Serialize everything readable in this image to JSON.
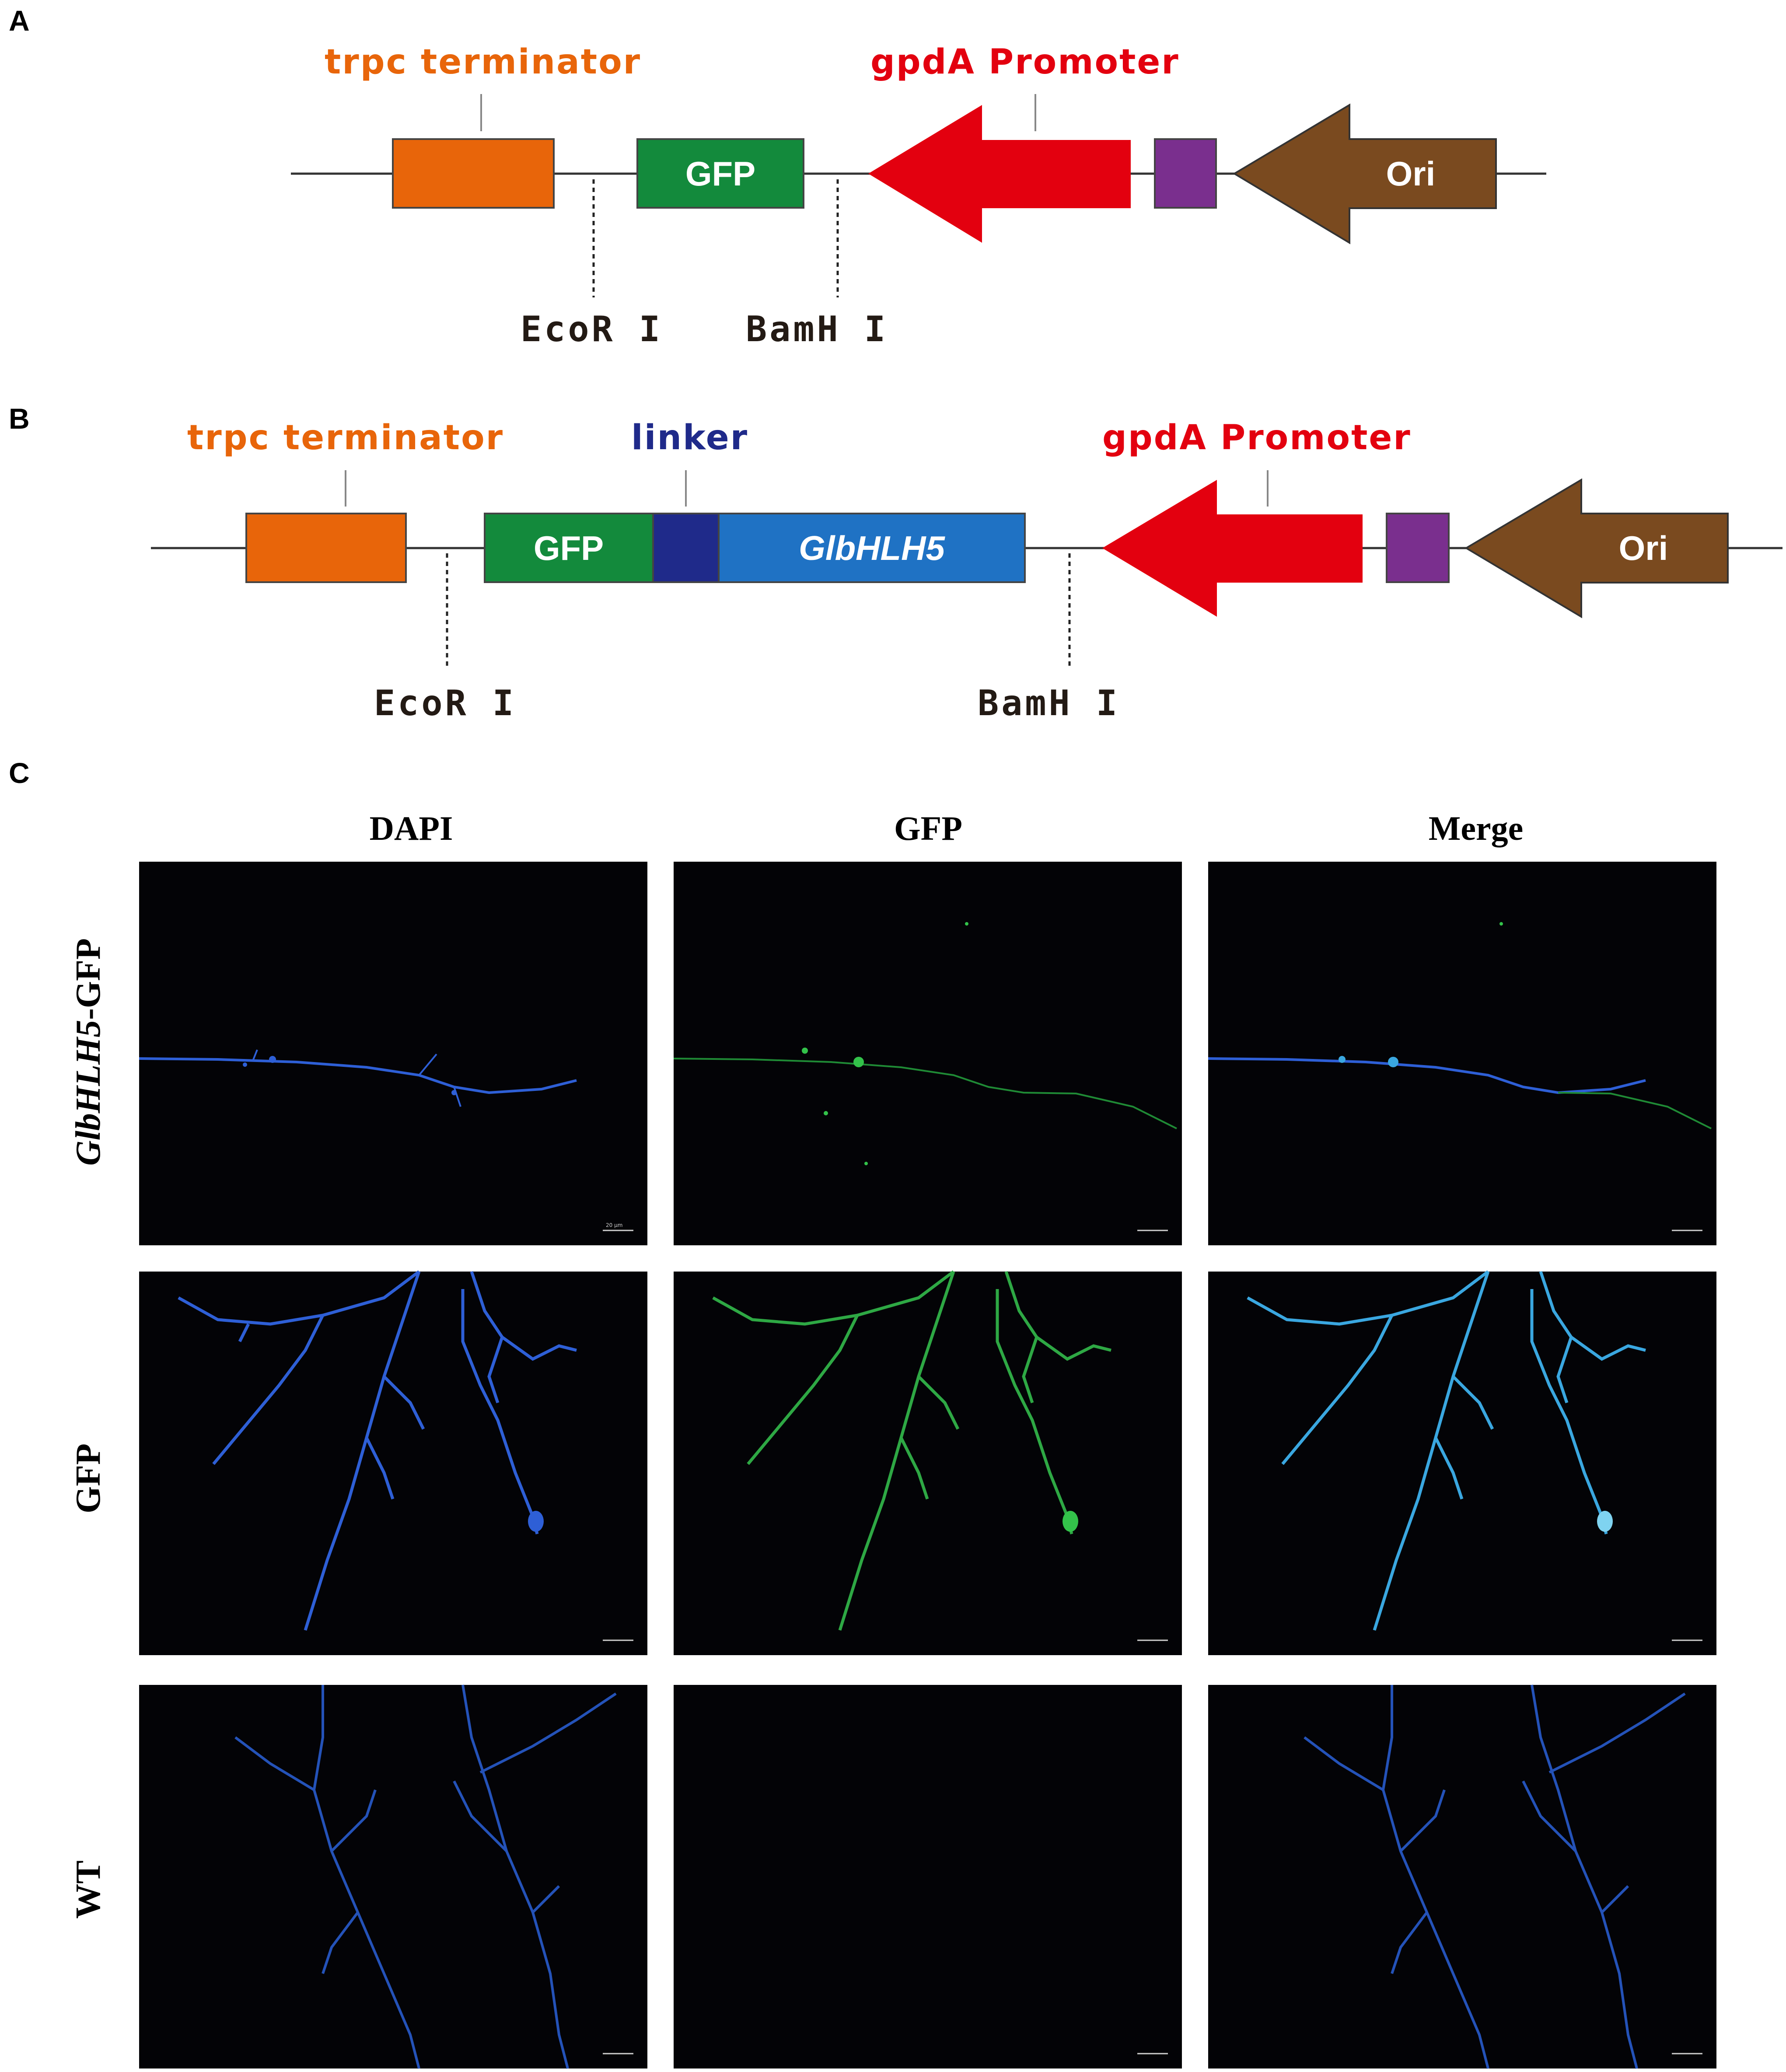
{
  "panel_a": {
    "letter": "A",
    "terminator_label": "trpc terminator",
    "gfp_label": "GFP",
    "promoter_label": "gpdA Promoter",
    "ori_label": "Ori",
    "site_left": "EcoR I",
    "site_right": "BamH I"
  },
  "panel_b": {
    "letter": "B",
    "terminator_label": "trpc terminator",
    "linker_label": "linker",
    "gfp_label": "GFP",
    "gene_label": "GlbHLH5",
    "promoter_label": "gpdA Promoter",
    "ori_label": "Ori",
    "site_left": "EcoR I",
    "site_right": "BamH I"
  },
  "panel_c": {
    "letter": "C",
    "columns": [
      "DAPI",
      "GFP",
      "Merge"
    ],
    "rows": [
      {
        "gene": "GlbHLH5",
        "suffix": "-GFP"
      },
      {
        "gene": "",
        "suffix": "GFP"
      },
      {
        "gene": "",
        "suffix": "WT"
      }
    ],
    "scale_bar": "20 μm"
  },
  "colors": {
    "terminator": "#e8650a",
    "gfp": "#138a3c",
    "linker": "#1f2a8a",
    "gene": "#1f72c4",
    "promoter": "#e3000f",
    "small_box": "#7a2f8e",
    "ori": "#7a4a1f",
    "dapi": "#2e5fd6",
    "gfp_signal": "#33c24a",
    "merge": "#3aa7e0"
  }
}
